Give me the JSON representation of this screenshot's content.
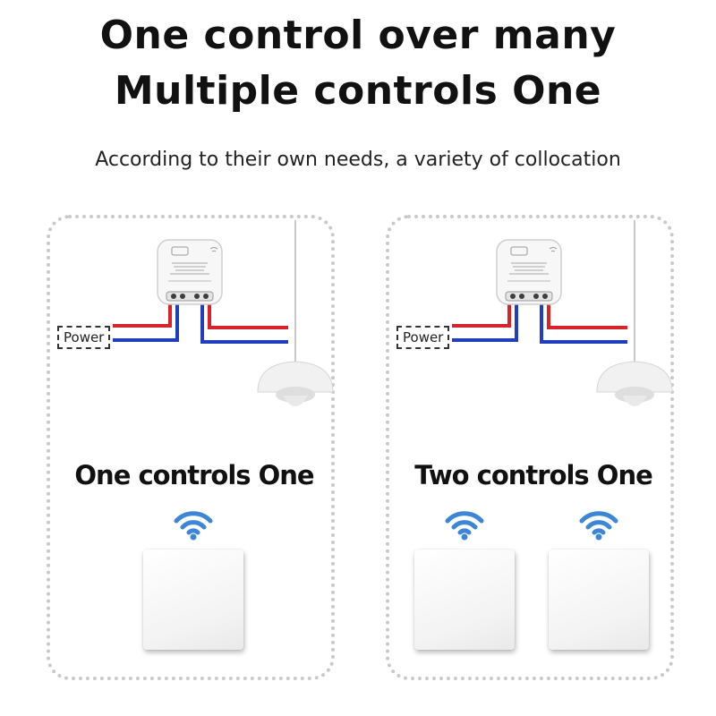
{
  "headline": {
    "line1": "One control over many",
    "line2": "Multiple controls One"
  },
  "subheadline": "According to their own needs, a variety of collocation",
  "colors": {
    "live_wire": "#d8232a",
    "neutral_wire": "#1f3fbf",
    "wifi_signal": "#3b86d6",
    "panel_border": "#c9c9c9"
  },
  "panels": [
    {
      "power_label": "Power",
      "title": "One controls One",
      "switch_count": 1,
      "icons": [
        "relay-module-icon",
        "pendant-lamp-icon",
        "wifi-signal-icon",
        "wall-switch"
      ]
    },
    {
      "power_label": "Power",
      "title": "Two controls One",
      "switch_count": 2,
      "icons": [
        "relay-module-icon",
        "pendant-lamp-icon",
        "wifi-signal-icon",
        "wall-switch"
      ]
    }
  ]
}
